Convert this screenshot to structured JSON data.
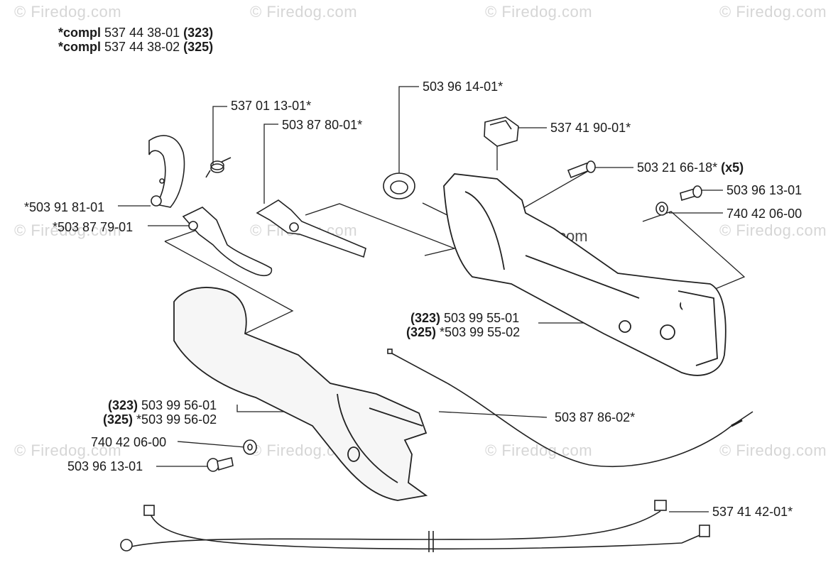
{
  "watermark": "© Firedog.com",
  "header": {
    "line1": {
      "prefix": "*compl",
      "number": "537 44 38-01",
      "model": "(323)"
    },
    "line2": {
      "prefix": "*compl",
      "number": "537 44 38-02",
      "model": "(325)"
    }
  },
  "labels": {
    "p1": "537 01 13-01*",
    "p2": "503 87 80-01*",
    "p3": "503 96 14-01*",
    "p4": "537 41 90-01*",
    "p5": "503 21 66-18*",
    "p5_qty": "(x5)",
    "p6": "503 96 13-01",
    "p7": "740 42 06-00",
    "p8": "*503 91 81-01",
    "p9": "*503 87 79-01",
    "p10_model": "(323)",
    "p10": "503 99 55-01",
    "p11_model": "(325)",
    "p11": "*503 99 55-02",
    "p12": "503 87 86-02*",
    "p13_model": "(323)",
    "p13": "503 99 56-01",
    "p14_model": "(325)",
    "p14": "*503 99 56-02",
    "p15": "740 42 06-00",
    "p16": "503 96 13-01",
    "p17": "537 41 42-01*"
  }
}
